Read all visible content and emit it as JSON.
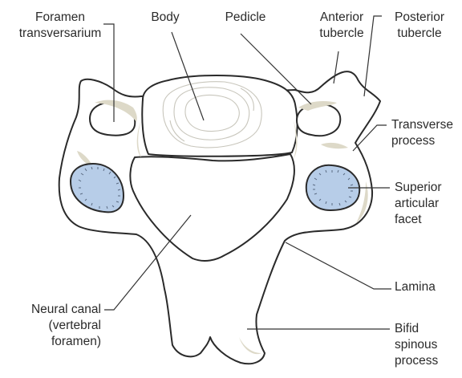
{
  "labels": {
    "foramen_transversarium": [
      "Foramen",
      "transversarium"
    ],
    "body": [
      "Body"
    ],
    "pedicle": [
      "Pedicle"
    ],
    "anterior_tubercle": [
      "Anterior",
      "tubercle"
    ],
    "posterior_tubercle": [
      "Posterior",
      "tubercle"
    ],
    "transverse_process": [
      "Transverse",
      "process"
    ],
    "superior_articular_facet": [
      "Superior",
      "articular",
      "facet"
    ],
    "lamina": [
      "Lamina"
    ],
    "neural_canal": [
      "Neural canal",
      "(vertebral",
      "foramen)"
    ],
    "bifid_spinous_process": [
      "Bifid",
      "spinous",
      "process"
    ]
  },
  "colors": {
    "bone_fill": "#ffffff",
    "bone_outline": "#2a2a2a",
    "bone_shading": "#ddd9c8",
    "facet_fill": "#b7cde8",
    "leader_line": "#333333"
  }
}
